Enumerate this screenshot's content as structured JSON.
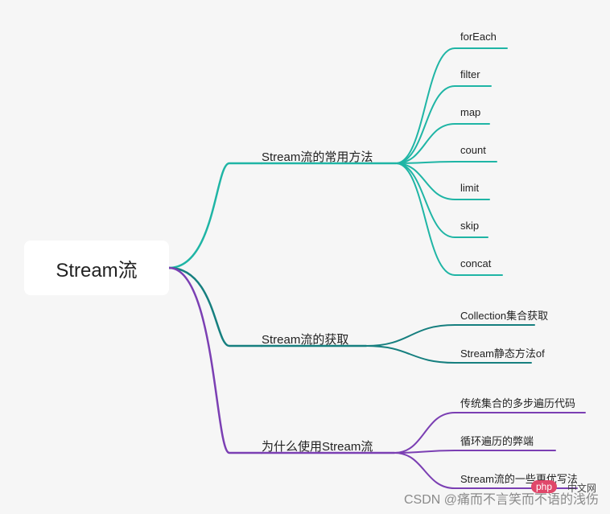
{
  "root": {
    "label": "Stream流"
  },
  "branches": [
    {
      "label": "Stream流的常用方法",
      "color": "#1fb5a5",
      "children": [
        "forEach",
        "filter",
        "map",
        "count",
        "limit",
        "skip",
        "concat"
      ]
    },
    {
      "label": "Stream流的获取",
      "color": "#167f7f",
      "children": [
        "Collection集合获取",
        "Stream静态方法of"
      ]
    },
    {
      "label": "为什么使用Stream流",
      "color": "#7b3fb3",
      "children": [
        "传统集合的多步遍历代码",
        "循环遍历的弊端",
        "Stream流的一些更优写法"
      ]
    }
  ],
  "watermark": "CSDN @痛而不言笑而不语的浅伤",
  "badge": "php",
  "badge_suffix": "中文网"
}
